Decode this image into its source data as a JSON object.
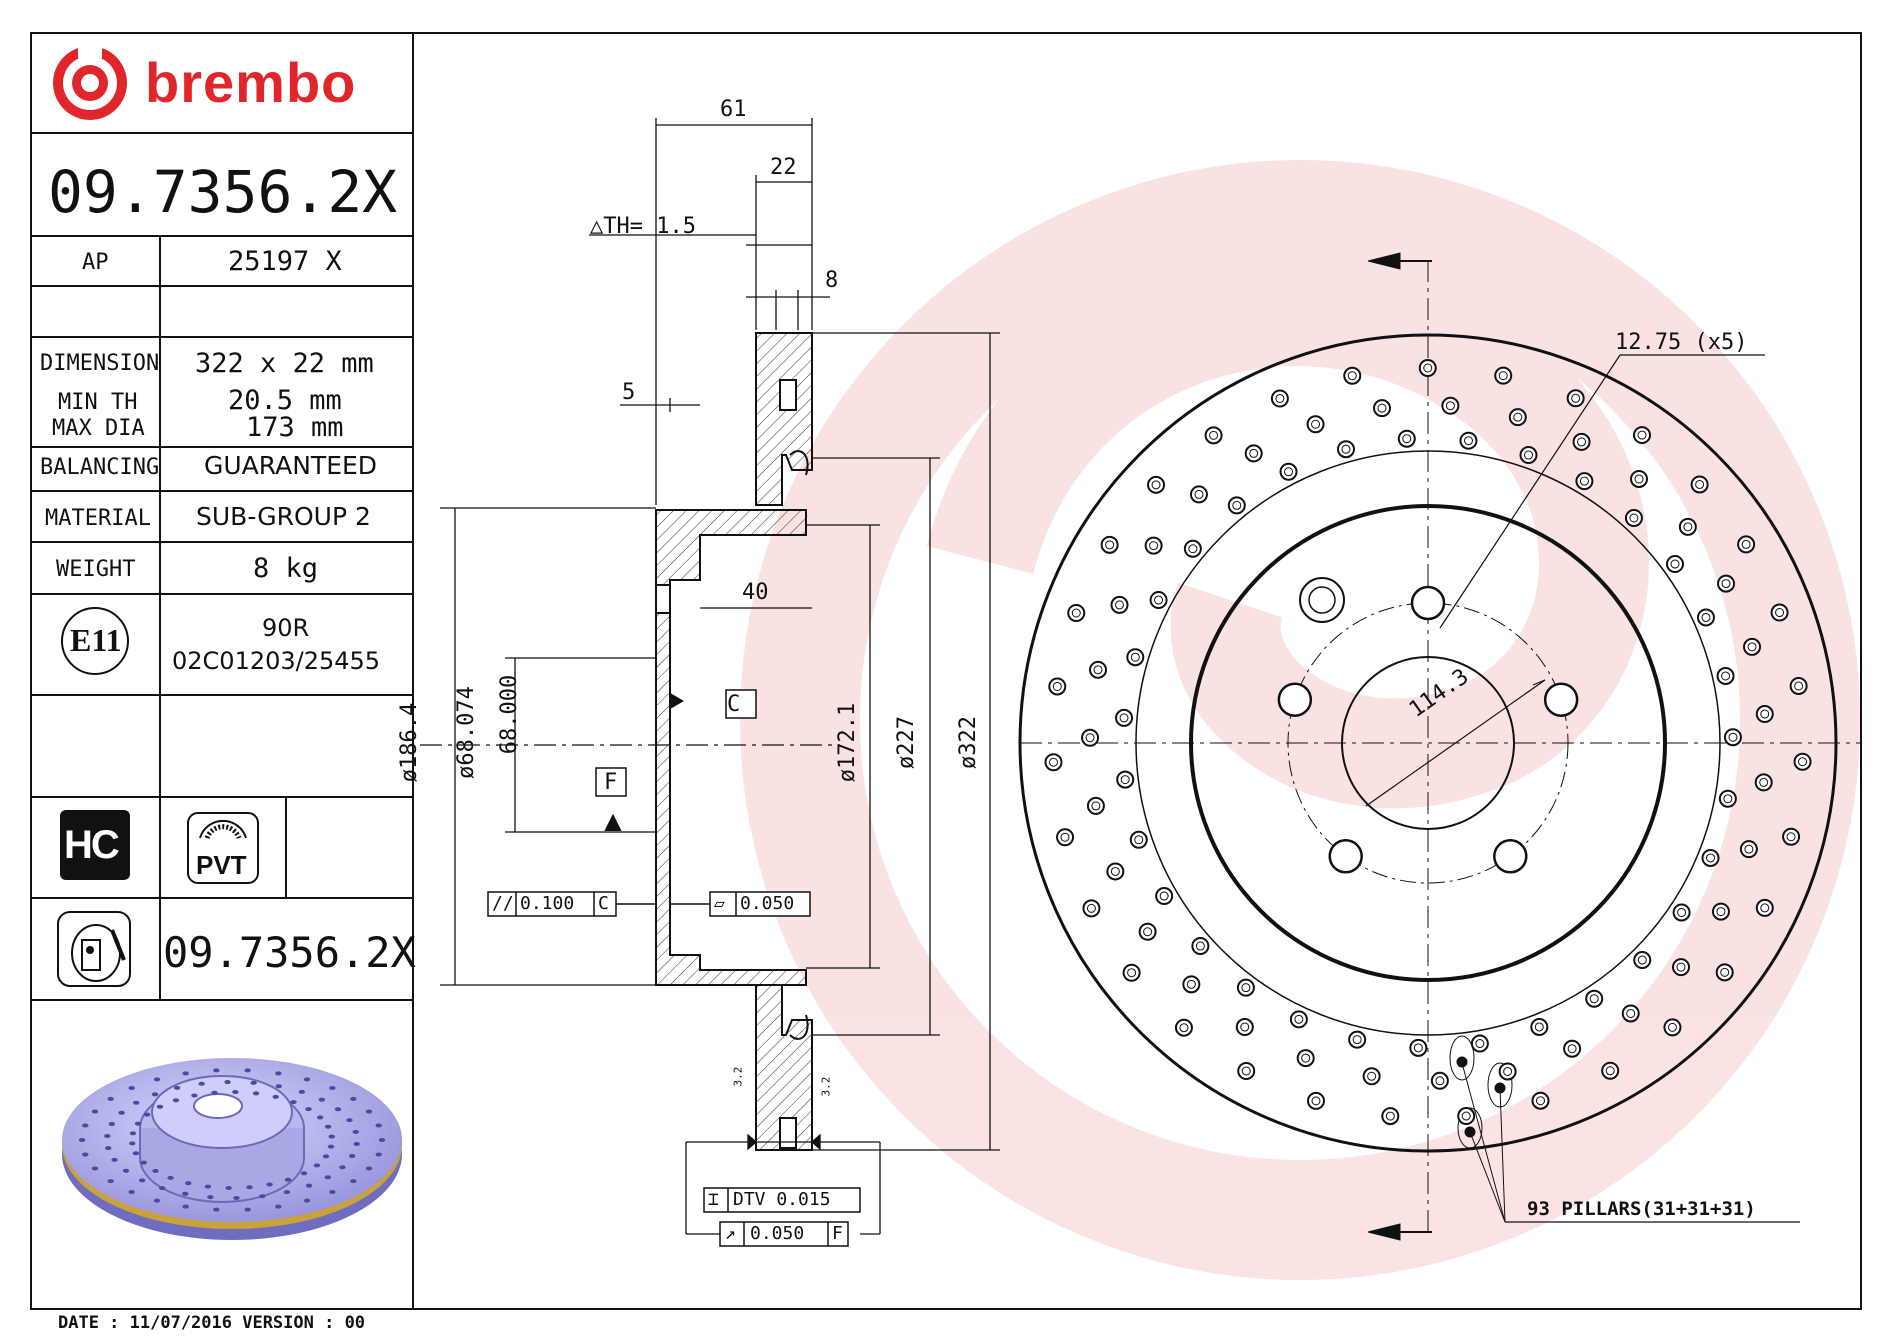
{
  "brand": {
    "name": "brembo",
    "color": "#e1262b"
  },
  "part_number": "09.7356.2X",
  "table": {
    "ap_label": "AP",
    "ap_value": "25197 X",
    "dimension_label": "DIMENSION",
    "dimension_value": "322 x 22 mm",
    "min_th_label": "MIN TH",
    "min_th_value": "20.5 mm",
    "max_dia_label": "MAX DIA",
    "max_dia_value": "173 mm",
    "balancing_label": "BALANCING",
    "balancing_value": "GUARANTEED",
    "material_label": "MATERIAL",
    "material_value": "SUB-GROUP 2",
    "weight_label": "WEIGHT",
    "weight_value": "8 kg",
    "e11_badge": "E11",
    "approval_line1": "90R",
    "approval_line2": "02C01203/25455",
    "hc_badge": "HC",
    "pvt_badge": "PVT",
    "bottom_part_number": "09.7356.2X"
  },
  "footer": {
    "text": "DATE : 11/07/2016 VERSION : 00"
  },
  "drawing": {
    "dim_61": "61",
    "dim_22": "22",
    "dim_8": "8",
    "dim_5": "5",
    "dim_40": "40",
    "delta_th": "△TH= 1.5",
    "dia_186": "ø186.4",
    "dia_68_074": "ø68.074",
    "dia_68_000": "68.000",
    "dia_172": "ø172.1",
    "dia_227": "ø227",
    "dia_322": "ø322",
    "datum_c": "C",
    "datum_f": "F",
    "tol_parallel_value": "0.100",
    "tol_parallel_datum": "C",
    "tol_flat_value": "0.050",
    "tol_dtv": "DTV 0.015",
    "tol_runout_value": "0.050",
    "tol_runout_datum": "F",
    "roughness_left": "3.2",
    "roughness_right": "3.2",
    "hole_label": "12.75 (x5)",
    "pcd_label": "114.3",
    "pillars_label": "93 PILLARS(31+31+31)"
  }
}
